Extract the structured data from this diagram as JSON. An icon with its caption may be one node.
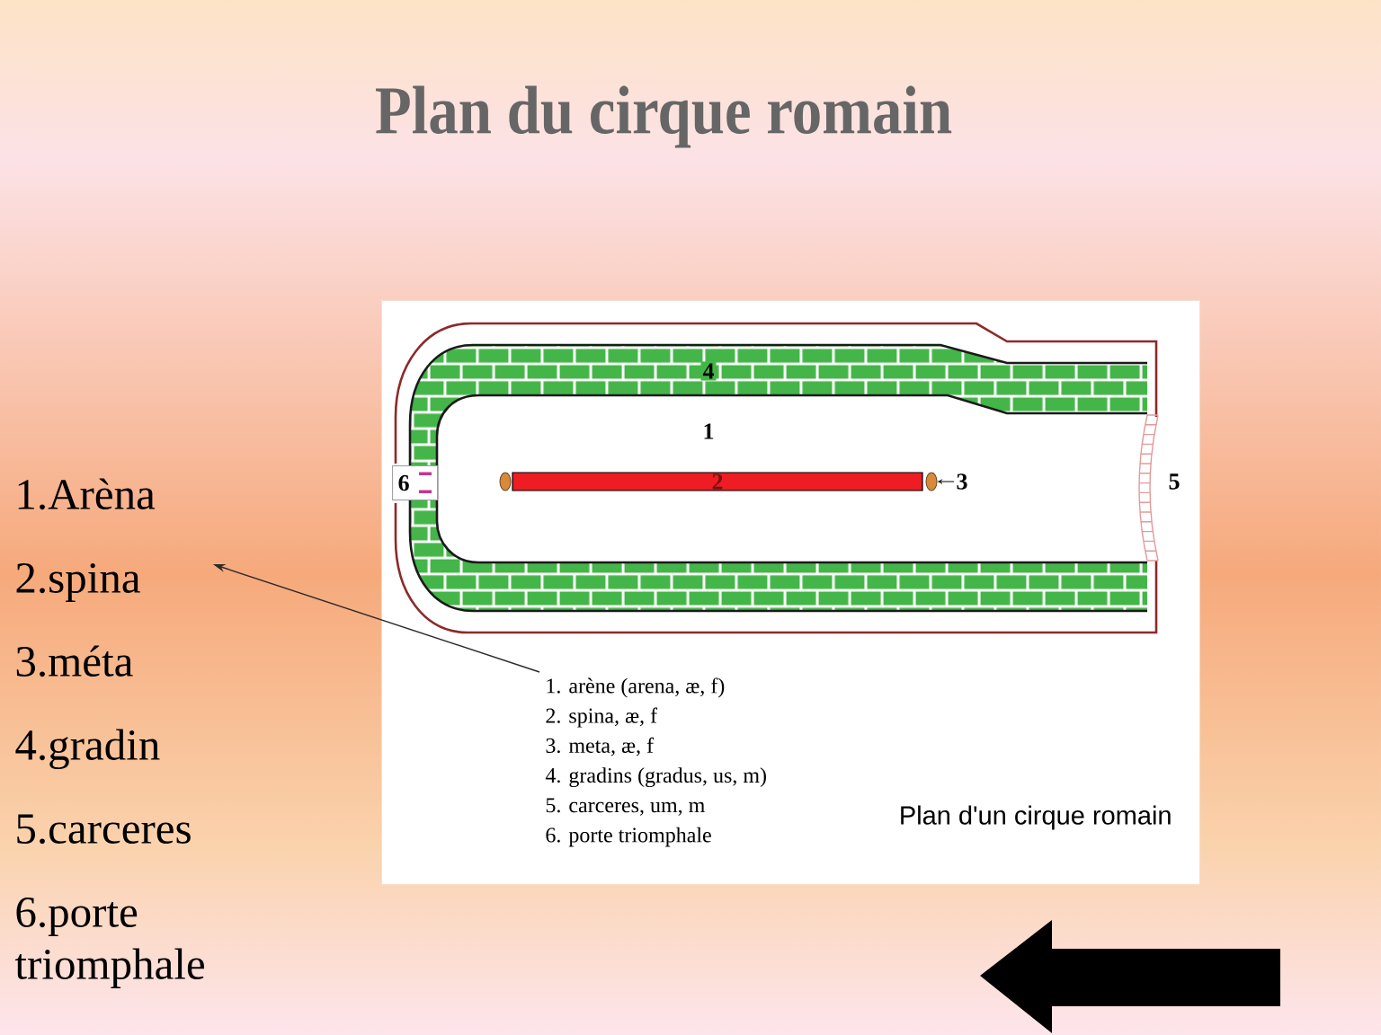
{
  "diagram": {
    "title": "Plan du cirque romain",
    "nodes": [
      {
        "text": [
          "Plan d'un cirque romain"
        ]
      },
      {
        "text": [
          "6"
        ],
        "in": 0
      },
      {
        "text": [
          "2"
        ],
        "in": 0
      },
      {
        "text": [],
        "shape": "circle",
        "in": 0
      },
      {
        "text": [
          "3"
        ],
        "in": 0
      },
      {
        "text": [
          "1. arène (arena, æ, f)",
          "2. spina, æ, f",
          "3. meta, æ, f",
          "4. gradins (gradus, us, m)",
          "5. carceres, um, m",
          "6. porte triomphale"
        ],
        "in": 0
      },
      {
        "text": [
          "1.Arèna",
          "2.spina",
          "3.méta",
          "4.gradin",
          "5.carceres",
          "6.porte triomphale"
        ]
      }
    ],
    "edges": [
      {
        "from": 4,
        "to": 3,
        "arrow": "to"
      },
      {
        "from": 5,
        "to": 6,
        "arrow": "to"
      }
    ],
    "labels": [
      "4",
      "1",
      "5"
    ]
  }
}
